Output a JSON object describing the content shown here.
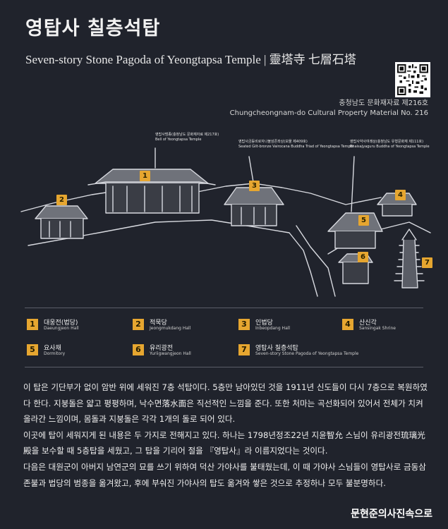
{
  "header": {
    "title_ko": "영탑사 칠층석탑",
    "title_en": "Seven-story Stone Pagoda of Yeongtapsa Temple | 靈塔寺 七層石塔",
    "designation_ko": "충청남도 문화재자료 제216호",
    "designation_en": "Chungcheongnam-do Cultural Property Material No. 216"
  },
  "map": {
    "callouts": [
      {
        "ko": "영탑사범종(충청남도 문화재자료 제217호)",
        "en": "Bell of Yeongtapsa Temple"
      },
      {
        "ko": "영탑사금동비로자나불삼존좌상(보물 제409호)",
        "en": "Seated Gilt-bronze Vairocana Buddha Triad of Yeongtapsa Temple"
      },
      {
        "ko": "영탑사약사여래상(충청남도 유형문화재 제111호)",
        "en": "Bhaisajyaguru Buddha of Yeongtapsa Temple"
      }
    ],
    "badges": [
      "1",
      "2",
      "3",
      "4",
      "5",
      "6",
      "7"
    ]
  },
  "legend": [
    {
      "num": "1",
      "ko": "대웅전(법당)",
      "en": "Daeungjeon Hall"
    },
    {
      "num": "2",
      "ko": "적묵당",
      "en": "Jeongmukdang Hall"
    },
    {
      "num": "3",
      "ko": "인법당",
      "en": "Inbeopdang Hall"
    },
    {
      "num": "4",
      "ko": "산신각",
      "en": "Sansingak Shrine"
    },
    {
      "num": "5",
      "ko": "요사채",
      "en": "Dormitory"
    },
    {
      "num": "6",
      "ko": "유리광전",
      "en": "Yuriigwangjeon Hall"
    },
    {
      "num": "7",
      "ko": "영탑사 칠층석탑",
      "en": "Seven-story Stone Pagoda of Yeongtapsa Temple"
    }
  ],
  "description": [
    "이 탑은 기단부가 없이 암반 위에 세워진 7층 석탑이다. 5층만 남아있던 것을 1911년 신도들이 다시 7층으로 복원하였다 한다. 지붕돌은 얇고 평평하며, 낙수면落水面은 직선적인 느낌을 준다. 또한 처마는 곡선화되어 있어서 전체가 치켜 올라간 느낌이며, 몸돌과 지붕돌은 각각 1개의 돌로 되어 있다.",
    "이곳에 탑이 세워지게 된 내용은 두 가지로 전해지고 있다. 하나는 1798년정조22년 지윤智允 스님이 유리광전琉璃光殿을 보수할 때 5층탑을 세웠고, 그 탑을 기리어 절을 『영탑사』라 이름지었다는 것이다.",
    "다음은 대원군이 아버지 남연군의 묘를 쓰기 위하여 덕산 가야사를 불태웠는데, 이 때 가야사 스님들이 영탑사로 금동삼존불과 법당의 범종을 옮겨왔고, 후에 부숴진 가야사의 탑도 옮겨와 쌓은 것으로 추정하나 모두 불분명하다."
  ],
  "watermark": "문현준의사진속으로",
  "colors": {
    "background": "#20232c",
    "badge": "#e6a630",
    "text": "#efefef"
  }
}
